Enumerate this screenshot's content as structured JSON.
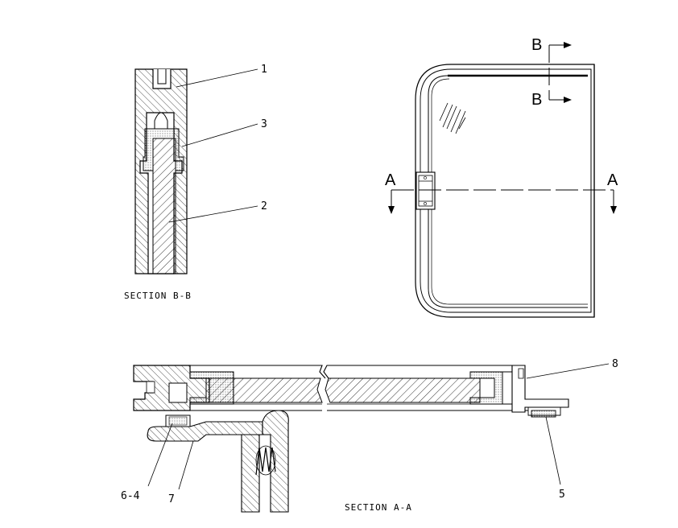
{
  "callouts": {
    "c1": "1",
    "c3": "3",
    "c2": "2",
    "c8": "8",
    "c64": "6-4",
    "c7": "7",
    "c5": "5"
  },
  "section_marks": {
    "b_top": "B",
    "b_bottom": "B",
    "a_left": "A",
    "a_right": "A"
  },
  "captions": {
    "section_bb": "SECTION B-B",
    "section_aa": "SECTION A-A"
  }
}
